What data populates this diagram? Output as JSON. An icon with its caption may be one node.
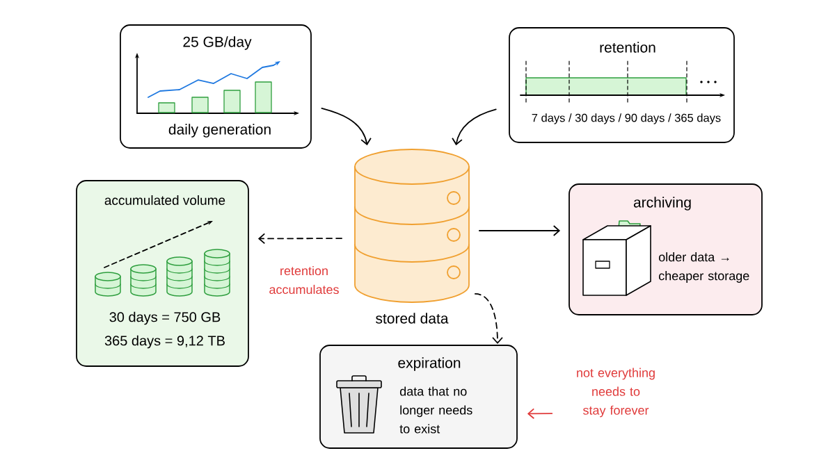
{
  "diagram": {
    "nodes": [
      {
        "text": [
          "25 GB/day",
          "daily generation"
        ]
      },
      {
        "text": [
          "retention",
          "7 days / 30 days / 90 days / 365 days"
        ]
      },
      {
        "text": [
          "accumulated volume",
          "30 days = 750 GB",
          "365 days = 9,12 TB"
        ]
      },
      {
        "text": [
          "stored data"
        ]
      },
      {
        "text": [
          "archiving",
          "older data → cheaper storage"
        ]
      },
      {
        "text": [
          "expiration",
          "data that no longer needs to exist"
        ]
      },
      {
        "text": [
          "not everything needs to stay forever"
        ]
      }
    ],
    "edges": [
      {
        "from": 0,
        "to": 3,
        "arrow": "to"
      },
      {
        "from": 1,
        "to": 3,
        "arrow": "to"
      },
      {
        "from": 3,
        "to": 2,
        "arrow": "to",
        "style": "dashed",
        "label": "retention accumulates"
      },
      {
        "from": 3,
        "to": 4,
        "arrow": "to"
      },
      {
        "from": 3,
        "to": 5,
        "arrow": "to",
        "style": "dashed"
      },
      {
        "from": 6,
        "to": 5,
        "arrow": "to",
        "color": "#e03a3a"
      }
    ]
  }
}
